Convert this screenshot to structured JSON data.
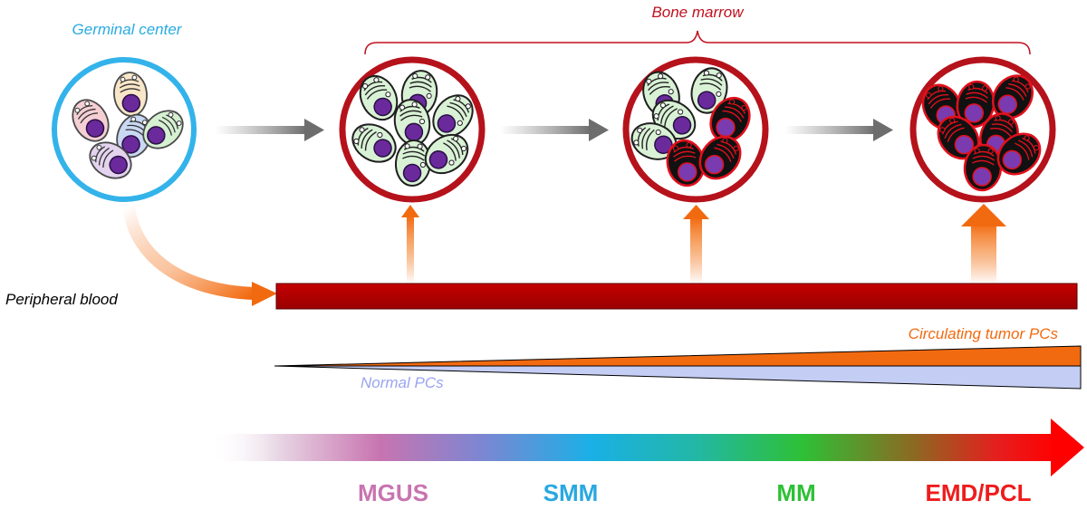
{
  "labels": {
    "germinal_center": "Germinal center",
    "bone_marrow": "Bone marrow",
    "peripheral_blood": "Peripheral blood",
    "circulating_tumor_pcs": "Circulating tumor PCs",
    "normal_pcs": "Normal PCs"
  },
  "stages": [
    {
      "label": "MGUS",
      "color": "#c874b0"
    },
    {
      "label": "SMM",
      "color": "#29a8e0"
    },
    {
      "label": "MM",
      "color": "#2ec035"
    },
    {
      "label": "EMD/PCL",
      "color": "#ee1c1c"
    }
  ],
  "colors": {
    "germinal_ring": "#33b3ea",
    "marrow_ring": "#b5121b",
    "blood_bar": "#b30000",
    "tumor_wedge": "#f26a10",
    "normal_wedge": "#c4cdf4",
    "label_red": "#c0111f",
    "label_blue": "#29abe2",
    "label_orange": "#f26a10",
    "label_lavender": "#9aa4f0"
  },
  "icons": {
    "germinal_center_cluster": "mixed-plasma-cells-icon",
    "bone_marrow_normal": "normal-plasma-cells-icon",
    "bone_marrow_mixed": "mixed-tumor-plasma-cells-icon",
    "bone_marrow_tumor": "tumor-plasma-cells-icon"
  }
}
